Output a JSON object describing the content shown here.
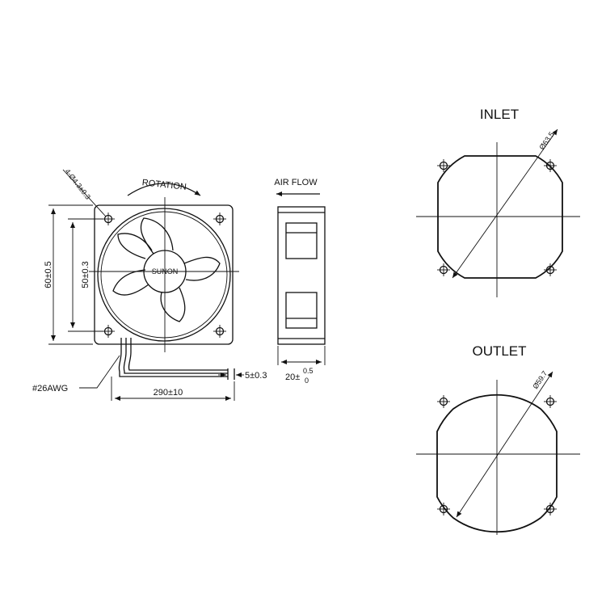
{
  "front": {
    "rotation_label": "ROTATION",
    "brand_label": "SUNON",
    "hole_spec": "4-Ø4.3±0.3",
    "height_dim": "60±0.5",
    "hole_pitch_dim": "50±0.3",
    "wire_gauge": "#26AWG",
    "lead_length_dim": "290±10",
    "strip_length_dim": "5±0.3"
  },
  "side": {
    "airflow_label": "AIR FLOW",
    "depth_dim_base": "20±",
    "depth_tol_upper": "0.5",
    "depth_tol_lower": "0"
  },
  "inlet": {
    "title": "INLET",
    "diameter_label": "Ø63.5"
  },
  "outlet": {
    "title": "OUTLET",
    "diameter_label": "Ø59.7"
  },
  "colors": {
    "line": "#111111",
    "background": "#ffffff"
  }
}
